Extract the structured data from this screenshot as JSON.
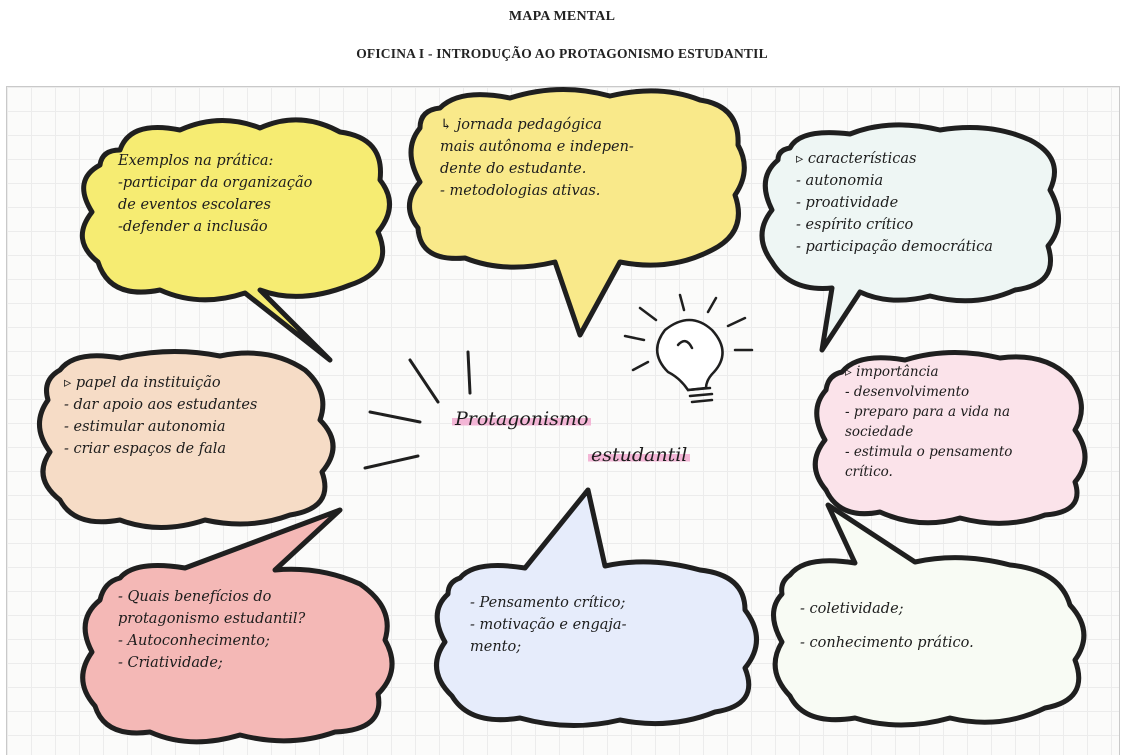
{
  "header": {
    "title": "MAPA MENTAL",
    "subtitle": "OFICINA I - INTRODUÇÃO AO PROTAGONISMO ESTUDANTIL"
  },
  "center": {
    "line1": "Protagonismo",
    "line2": "estudantil"
  },
  "bubbles": {
    "examples": {
      "color": "#f6ec72",
      "lines": [
        "Exemplos na prática:",
        "-participar da organização",
        "de eventos escolares",
        "-defender a inclusão"
      ]
    },
    "journey": {
      "color": "#f9e98a",
      "lines": [
        "↳ jornada pedagógica",
        "mais autônoma e indepen-",
        "dente do estudante.",
        "- metodologias ativas."
      ]
    },
    "characteristics": {
      "color": "#eef6f4",
      "lines": [
        "▹ características",
        "- autonomia",
        "- proatividade",
        "- espírito crítico",
        "- participação democrática"
      ]
    },
    "institution": {
      "color": "#f6dcc6",
      "lines": [
        "▹ papel da instituição",
        "- dar apoio aos estudantes",
        "- estimular autonomia",
        "- criar espaços de fala"
      ]
    },
    "importance": {
      "color": "#fbe3ea",
      "lines": [
        "▹ importância",
        "- desenvolvimento",
        "- preparo para a vida na",
        "sociedade",
        "- estimula o pensamento",
        "crítico."
      ]
    },
    "benefits": {
      "color": "#f4b8b6",
      "lines": [
        "- Quais benefícios do",
        "protagonismo estudantil?",
        "- Autoconhecimento;",
        "- Criatividade;"
      ]
    },
    "critical": {
      "color": "#e6ecfb",
      "lines": [
        "- Pensamento crítico;",
        "- motivação e engaja-",
        "mento;"
      ]
    },
    "collectivity": {
      "color": "#f8fbf4",
      "lines": [
        "- coletividade;",
        "- conhecimento prático."
      ]
    }
  }
}
